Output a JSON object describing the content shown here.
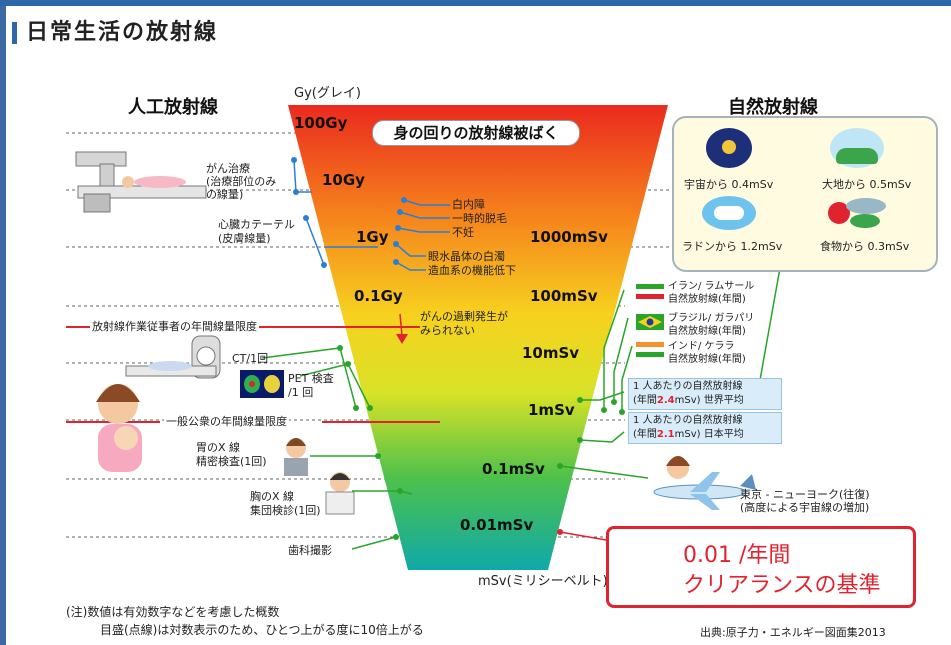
{
  "title": "日常生活の放射線",
  "unit_gy": "Gy(グレイ)",
  "unit_msv": "mSv(ミリシーベルト)",
  "heading_artificial": "人工放射線",
  "heading_natural": "自然放射線",
  "banner": "身の回りの放射線被ばく",
  "gy_scale": [
    "100Gy",
    "10Gy",
    "1Gy",
    "0.1Gy"
  ],
  "msv_scale": [
    "1000mSv",
    "100mSv",
    "10mSv",
    "1mSv",
    "0.1mSv",
    "0.01mSv"
  ],
  "effects": [
    "白内障",
    "一時的脱毛",
    "不妊",
    "眼水晶体の白濁",
    "造血系の機能低下"
  ],
  "cancer_note": [
    "がんの過剰発生が",
    "みられない"
  ],
  "left_items": {
    "cancer_therapy": [
      "がん治療",
      "(治療部位のみ",
      "の線量)"
    ],
    "cardiac": [
      "心臓カテーテル",
      "(皮膚線量)"
    ],
    "worker_limit": "放射線作業従事者の年間線量限度",
    "ct": "CT/1回",
    "pet": [
      "PET 検査",
      "/1 回"
    ],
    "public_limit": "一般公衆の年間線量限度",
    "stomach_xray": [
      "胃のX 線",
      "精密検査(1回)"
    ],
    "chest_xray": [
      "胸のX 線",
      "集団検診(1回)"
    ],
    "dental": "歯科撮影"
  },
  "natural": {
    "cosmic": "宇宙から 0.4mSv",
    "earth": "大地から 0.5mSv",
    "radon": "ラドンから 1.2mSv",
    "food": "食物から 0.3mSv"
  },
  "regions": {
    "iran": [
      "イラン/ ラムサール",
      "自然放射線(年間)"
    ],
    "brazil": [
      "ブラジル/ ガラパリ",
      "自然放射線(年間)"
    ],
    "india": [
      "インド/ ケララ",
      "自然放射線(年間)"
    ]
  },
  "world_avg": {
    "line1": "1 人あたりの自然放射線",
    "pre": "(年間",
    "value": "2.4",
    "post": "mSv) 世界平均"
  },
  "japan_avg": {
    "line1": "1 人あたりの自然放射線",
    "pre": "(年間",
    "value": "2.1",
    "post": "mSv) 日本平均"
  },
  "flight": [
    "東京 - ニューヨーク(往復)",
    "(高度による宇宙線の増加)"
  ],
  "callout": {
    "line1": "0.01 /年間",
    "line2": "クリアランスの基準"
  },
  "note": [
    "(注)数値は有効数字などを考慮した概数",
    "目盛(点線)は対数表示のため、ひとつ上がる度に10倍上がる"
  ],
  "source": "出典:原子力・エネルギー図面集2013",
  "colors": {
    "accent": "#2e67a8",
    "red": "#e0242f",
    "green": "#2aa52a",
    "blue": "#2a7fd4"
  }
}
